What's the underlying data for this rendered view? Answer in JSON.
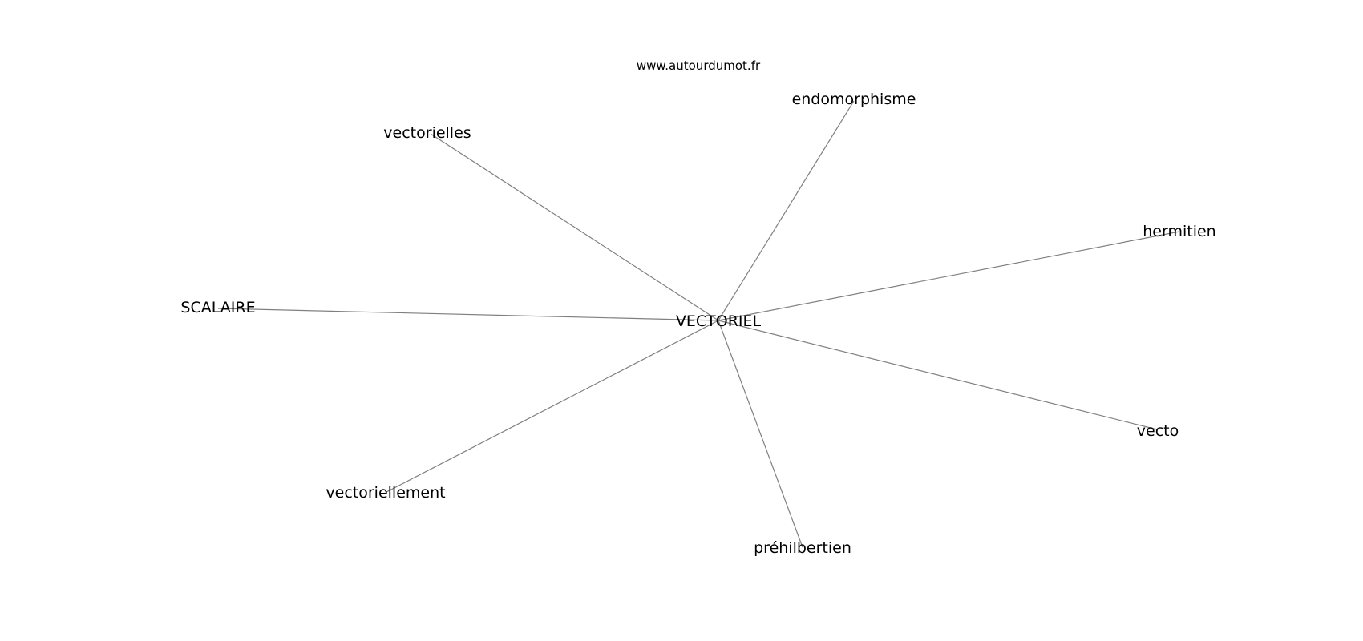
{
  "watermark": "www.autourdumot.fr",
  "graph": {
    "center": {
      "id": "center",
      "label": "VECTORIEL"
    },
    "nodes": [
      {
        "id": "endomorphisme",
        "label": "endomorphisme"
      },
      {
        "id": "vectorielles",
        "label": "vectorielles"
      },
      {
        "id": "hermitien",
        "label": "hermitien"
      },
      {
        "id": "scalaire",
        "label": "SCALAIRE"
      },
      {
        "id": "vecto",
        "label": "vecto"
      },
      {
        "id": "vectoriellement",
        "label": "vectoriellement"
      },
      {
        "id": "prehilbertien",
        "label": "préhilbertien"
      }
    ],
    "edges": [
      {
        "from": "center",
        "to": "endomorphisme"
      },
      {
        "from": "center",
        "to": "vectorielles"
      },
      {
        "from": "center",
        "to": "hermitien"
      },
      {
        "from": "center",
        "to": "scalaire"
      },
      {
        "from": "center",
        "to": "vecto"
      },
      {
        "from": "center",
        "to": "vectoriellement"
      },
      {
        "from": "center",
        "to": "prehilbertien"
      }
    ]
  },
  "colors": {
    "edge": "#808080",
    "text": "#000000",
    "background": "#ffffff"
  }
}
